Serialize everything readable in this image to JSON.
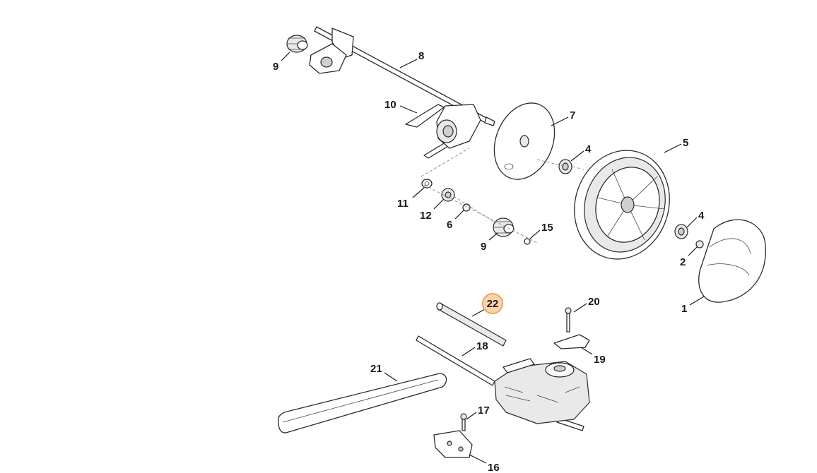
{
  "callouts": {
    "c1": "1",
    "c2": "2",
    "c4a": "4",
    "c4b": "4",
    "c5": "5",
    "c6": "6",
    "c7": "7",
    "c8": "8",
    "c9a": "9",
    "c9b": "9",
    "c10": "10",
    "c11": "11",
    "c12": "12",
    "c15": "15",
    "c16": "16",
    "c17": "17",
    "c18": "18",
    "c19": "19",
    "c20": "20",
    "c21": "21",
    "c22": "22"
  },
  "highlight": {
    "callout": "22",
    "color": "#f6a25a",
    "fill": "#fbd3ae"
  },
  "colors": {
    "line": "#1a1a1a",
    "background": "#ffffff"
  }
}
